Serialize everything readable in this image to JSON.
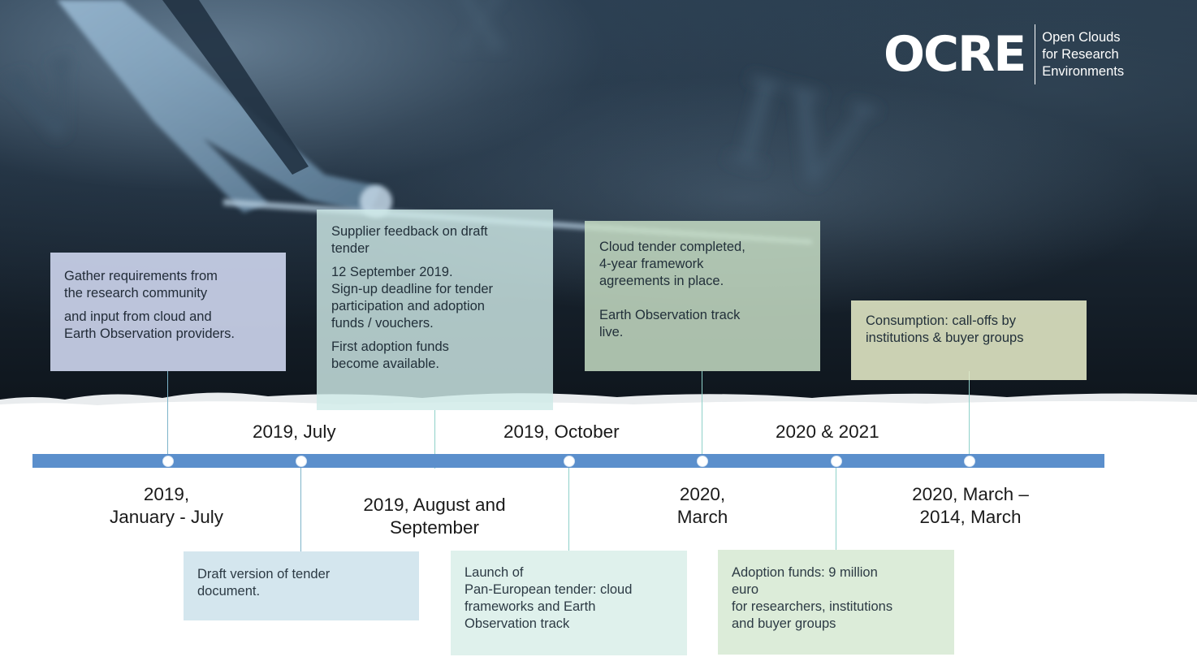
{
  "logo": {
    "mark": "OCRE",
    "name_lines": [
      "Open Clouds",
      "for Research",
      "Environments"
    ]
  },
  "upper_labels": [
    "2019, July",
    "2019, October",
    "2020 & 2021"
  ],
  "lower_labels": [
    [
      "2019,",
      "January - July"
    ],
    [
      "2019, August and",
      "September"
    ],
    [
      "2020,",
      "March"
    ],
    [
      "2020, March –",
      "2014, March"
    ]
  ],
  "upper_boxes": [
    {
      "paragraphs": [
        [
          "Gather requirements from",
          "the research community"
        ],
        [
          "and input from cloud and",
          "Earth Observation providers."
        ]
      ]
    },
    {
      "paragraphs": [
        [
          "Supplier feedback on draft",
          "tender"
        ],
        [
          "12 September 2019.",
          "Sign-up deadline for tender",
          "participation and adoption",
          "funds / vouchers."
        ],
        [
          "First adoption funds",
          "become available."
        ]
      ]
    },
    {
      "paragraphs": [
        [
          "Cloud tender completed,",
          "4-year framework",
          "agreements in place."
        ],
        [
          ""
        ],
        [
          "Earth Observation  track",
          "live."
        ]
      ]
    },
    {
      "paragraphs": [
        [
          "Consumption: call-offs by",
          "institutions & buyer groups"
        ]
      ]
    }
  ],
  "lower_boxes": [
    {
      "paragraphs": [
        [
          "Draft version of tender",
          "document."
        ]
      ]
    },
    {
      "paragraphs": [
        [
          "Launch of",
          "Pan-European tender: cloud",
          "frameworks and Earth",
          "Observation track"
        ]
      ]
    },
    {
      "paragraphs": [
        [
          "Adoption funds: 9 million",
          "euro",
          "for researchers, institutions",
          "and buyer groups"
        ]
      ]
    }
  ],
  "colors": {
    "axis": "#5b8fcc",
    "box_1": "#ced6ee",
    "box_2": "#cfeae8",
    "box_3": "#c8dfc6",
    "box_4": "#e5ebc7",
    "box_5": "#d4e6ee",
    "box_6": "#dff1ec",
    "box_7": "#dcecd9"
  }
}
